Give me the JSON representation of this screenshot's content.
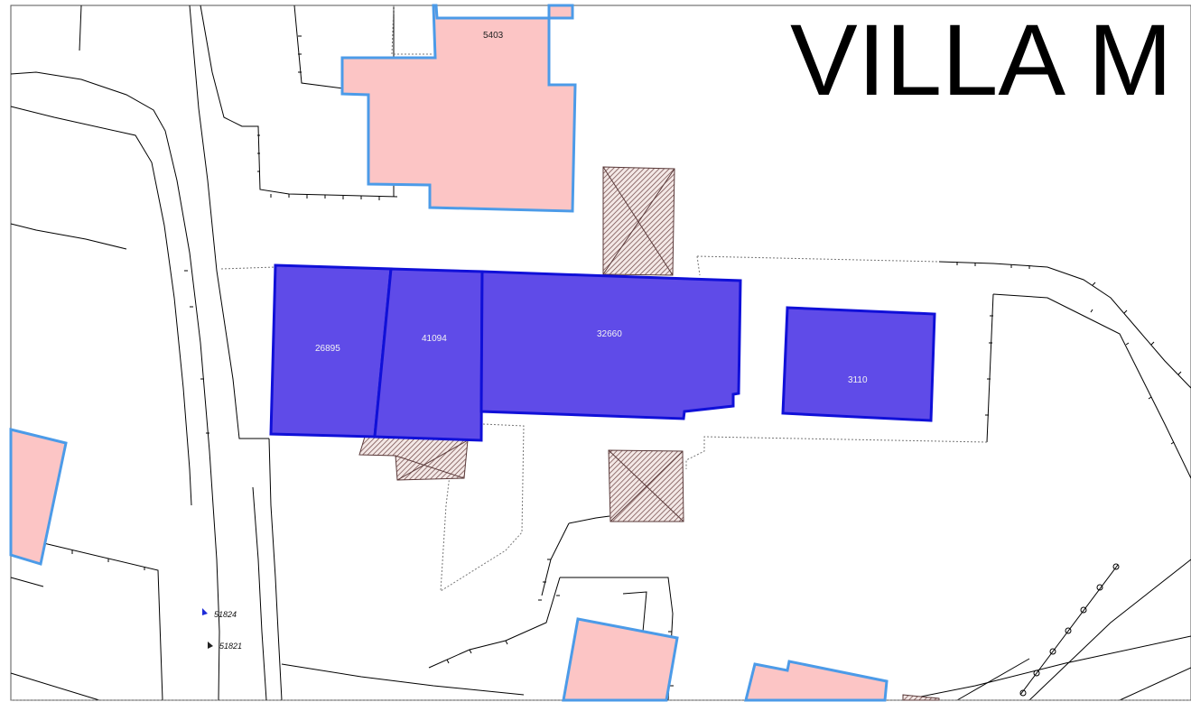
{
  "map_title": "VILLA M",
  "parcels": {
    "pink_top": "5403",
    "blue_a": "26895",
    "blue_b": "41094",
    "blue_c": "32660",
    "blue_d": "3110"
  },
  "points": {
    "p1": "51824",
    "p2": "51821"
  },
  "colors": {
    "pink_fill": "#fcc5c5",
    "pink_stroke": "#4c9be8",
    "blue_fill": "#5f4be8",
    "blue_stroke": "#1010d8",
    "hatch": "#5a3a3a"
  }
}
